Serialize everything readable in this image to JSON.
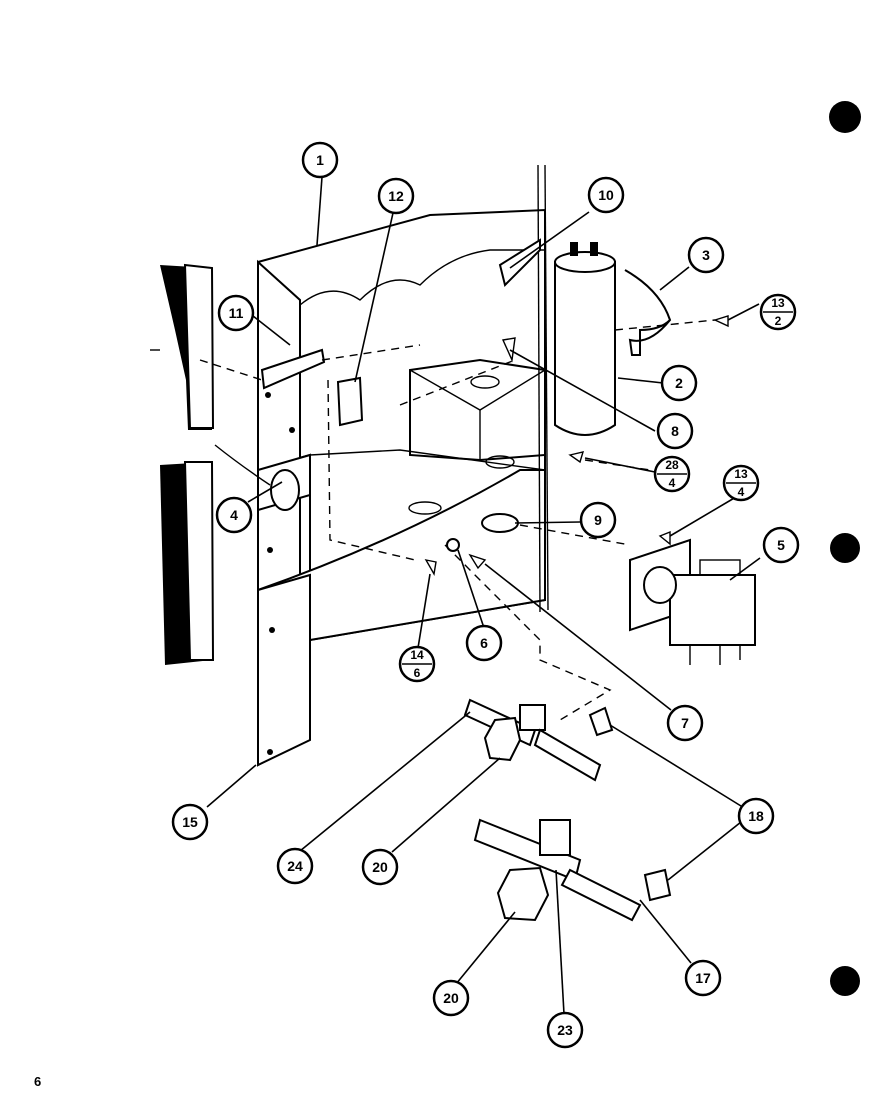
{
  "page_number": "6",
  "callouts": [
    {
      "id": "1",
      "text": "1"
    },
    {
      "id": "2",
      "text": "2"
    },
    {
      "id": "3",
      "text": "3"
    },
    {
      "id": "4",
      "text": "4"
    },
    {
      "id": "5",
      "text": "5"
    },
    {
      "id": "6",
      "text": "6"
    },
    {
      "id": "7",
      "text": "7"
    },
    {
      "id": "8",
      "text": "8"
    },
    {
      "id": "9",
      "text": "9"
    },
    {
      "id": "10",
      "text": "10"
    },
    {
      "id": "11",
      "text": "11"
    },
    {
      "id": "12",
      "text": "12"
    },
    {
      "id": "15",
      "text": "15"
    },
    {
      "id": "17",
      "text": "17"
    },
    {
      "id": "18",
      "text": "18"
    },
    {
      "id": "20a",
      "text": "20"
    },
    {
      "id": "20b",
      "text": "20"
    },
    {
      "id": "23",
      "text": "23"
    },
    {
      "id": "24",
      "text": "24"
    }
  ],
  "fraction_callouts": [
    {
      "id": "13-2",
      "top": "13",
      "bottom": "2"
    },
    {
      "id": "13-4",
      "top": "13",
      "bottom": "4"
    },
    {
      "id": "28-4",
      "top": "28",
      "bottom": "4"
    },
    {
      "id": "14-6",
      "top": "14",
      "bottom": "6"
    }
  ]
}
